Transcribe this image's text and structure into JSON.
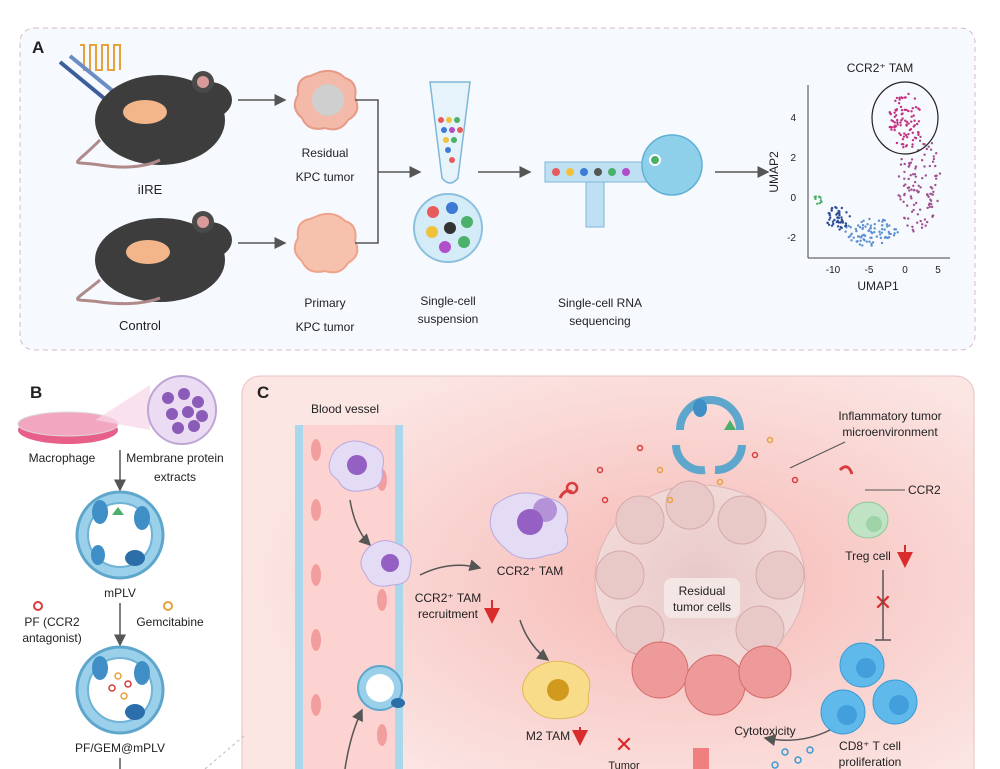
{
  "panel_a": {
    "letter": "A",
    "mouse_top_label": "iIRE",
    "mouse_bottom_label": "Control",
    "tumor_top_line1": "Residual",
    "tumor_top_line2": "KPC tumor",
    "tumor_bottom_line1": "Primary",
    "tumor_bottom_line2": "KPC tumor",
    "suspension_line1": "Single-cell",
    "suspension_line2": "suspension",
    "seq_line1": "Single-cell RNA",
    "seq_line2": "sequencing",
    "umap": {
      "title": "CCR2⁺ TAM",
      "xlabel": "UMAP1",
      "ylabel": "UMAP2",
      "xticks": [
        "-10",
        "-5",
        "0",
        "5"
      ],
      "yticks": [
        "4",
        "2",
        "0",
        "-2"
      ]
    }
  },
  "panel_b": {
    "letter": "B",
    "macrophage": "Macrophage",
    "membrane_line1": "Membrane protein",
    "membrane_line2": "extracts",
    "mplv": "mPLV",
    "pf_line1": "PF (CCR2",
    "pf_line2": "antagonist)",
    "gemcitabine": "Gemcitabine",
    "pf_gem": "PF/GEM@mPLV"
  },
  "panel_c": {
    "letter": "C",
    "blood_vessel": "Blood vessel",
    "inflam_line1": "Inflammatory tumor",
    "inflam_line2": "microenvironment",
    "ccr2": "CCR2",
    "ccr2_tam": "CCR2⁺ TAM",
    "recruit_line1": "CCR2⁺ TAM",
    "recruit_line2": "recruitment",
    "residual_line1": "Residual",
    "residual_line2": "tumor cells",
    "treg": "Treg cell",
    "m2_tam": "M2 TAM",
    "tumor_cut": "Tumor",
    "cytotoxicity": "Cytotoxicity",
    "cd8_line1": "CD8⁺ T cell",
    "cd8_line2": "proliferation"
  },
  "colors": {
    "panel_a_bg": "#f6f9fd",
    "panel_c_bg": "#fbe6e4",
    "arrow": "#555555",
    "inhibit_red": "#d92c2c"
  }
}
